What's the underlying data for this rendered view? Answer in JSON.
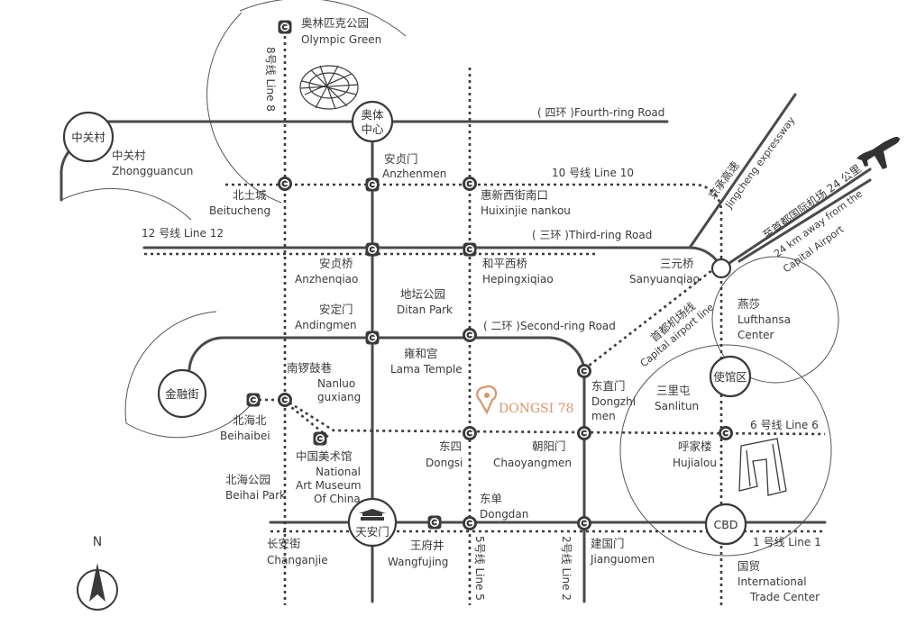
{
  "map": {
    "north_label": "N",
    "brand": {
      "name": "DONGSI 78",
      "color": "#d9946a"
    },
    "hubs": {
      "zhongguancun": "中关村",
      "aoti": [
        "奥体",
        "中心"
      ],
      "jinrongjie": "金融街",
      "tiananmen": "天安门",
      "shiguanqu": "使馆区",
      "cbd": "CBD"
    },
    "roads": {
      "fourth_ring": "( 四环 )Fourth-ring Road",
      "third_ring": "( 三环 )Third-ring Road",
      "second_ring": "( 二环 )Second-ring Road"
    },
    "lines": {
      "line10": "10 号线 Line 10",
      "line12": "12 号线 Line 12",
      "line6": "6 号线 Line 6",
      "line1": "1 号线 Line 1",
      "line8": "8号线 Line 8",
      "line5": "5号线 Line 5",
      "line2": "2号线 Line 2",
      "airport_line_zh": "首都机场线",
      "airport_line_en": "Capital airport line",
      "expressway_zh": "京承高速",
      "expressway_en": "Jingcheng expressway",
      "airport_zh": "至首都国际机场 24 公里",
      "airport_en_1": "24 km away from the",
      "airport_en_2": "Capital Airport"
    },
    "places": {
      "olympic_zh": "奥林匹克公园",
      "olympic_en": "Olympic Green",
      "zgc_zh": "中关村",
      "zgc_en": "Zhongguancun",
      "anzhenmen_zh": "安贞门",
      "anzhenmen_en": "Anzhenmen",
      "beitucheng_zh": "北土城",
      "beitucheng_en": "Beitucheng",
      "huixin_zh": "惠新西街南口",
      "huixin_en": "Huixinjie nankou",
      "anzhenqiao_zh": "安贞桥",
      "anzhenqiao_en": "Anzhenqiao",
      "hepingxiqiao_zh": "和平西桥",
      "hepingxiqiao_en": "Hepingxiqiao",
      "sanyuanqiao_zh": "三元桥",
      "sanyuanqiao_en": "Sanyuanqiao",
      "andingmen_zh": "安定门",
      "andingmen_en": "Andingmen",
      "ditan_zh": "地坛公园",
      "ditan_en": "Ditan Park",
      "lufthansa_zh": "燕莎",
      "lufthansa_en_1": "Lufthansa",
      "lufthansa_en_2": "Center",
      "lama_zh": "雍和宫",
      "lama_en": "Lama Temple",
      "nanluo_zh": "南锣鼓巷",
      "nanluo_en_1": "Nanluo",
      "nanluo_en_2": "guxiang",
      "beihaibei_zh": "北海北",
      "beihaibei_en": "Beihaibei",
      "dongzhimen_zh": "东直门",
      "dongzhimen_en_1": "Dongzhi",
      "dongzhimen_en_2": "men",
      "sanlitun_zh": "三里屯",
      "sanlitun_en": "Sanlitun",
      "art_zh": "中国美术馆",
      "art_en_1": "National",
      "art_en_2": "Art Museum",
      "art_en_3": "Of China",
      "dongsi_zh": "东四",
      "dongsi_en": "Dongsi",
      "chaoyangmen_zh": "朝阳门",
      "chaoyangmen_en": "Chaoyangmen",
      "hujialou_zh": "呼家楼",
      "hujialou_en": "Hujialou",
      "beihai_zh": "北海公园",
      "beihai_en": "Beihai Park",
      "dongdan_zh": "东单",
      "dongdan_en": "Dongdan",
      "changan_zh": "长安街",
      "changan_en": "Changanjie",
      "wangfujing_zh": "王府井",
      "wangfujing_en": "Wangfujing",
      "jianguomen_zh": "建国门",
      "jianguomen_en": "Jianguomen",
      "guomao_zh": "国贸",
      "guomao_en_1": "International",
      "guomao_en_2": "Trade Center"
    }
  }
}
